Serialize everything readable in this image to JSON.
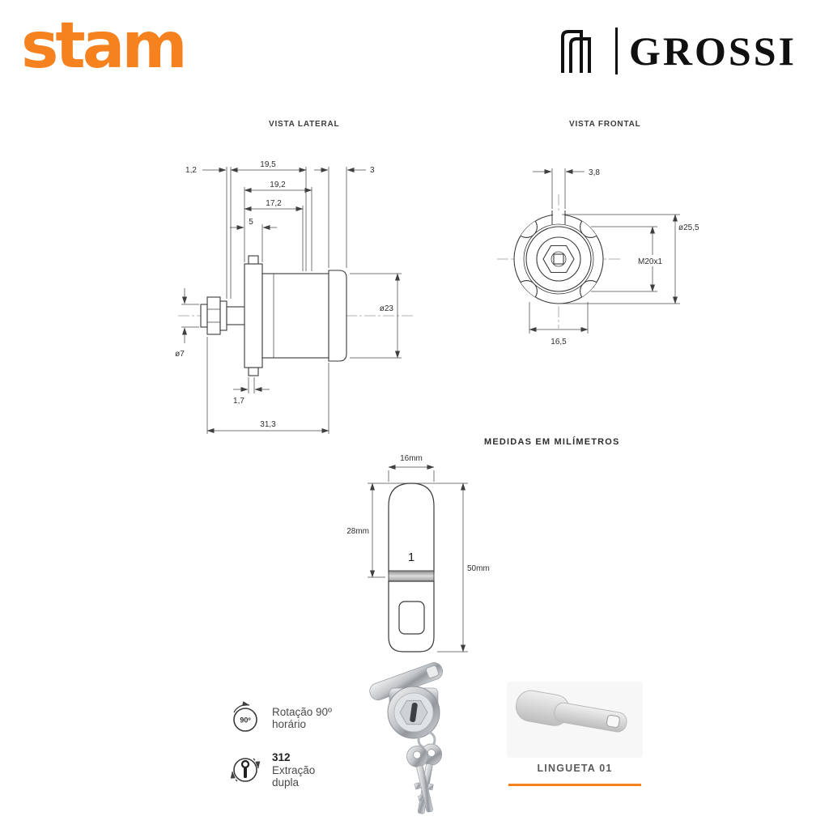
{
  "header": {
    "stam_logo": "stam",
    "grossi_logo": "GROSSI"
  },
  "views": {
    "lateral": {
      "title": "VISTA LATERAL",
      "dims": {
        "d1": "1,2",
        "d2": "19,5",
        "d3": "3",
        "d4": "19,2",
        "d5": "17,2",
        "d6": "5",
        "d7": "ø23",
        "d8": "ø7",
        "d9": "1,7",
        "d10": "31,3"
      }
    },
    "frontal": {
      "title": "VISTA FRONTAL",
      "dims": {
        "d1": "3,8",
        "d2": "ø25,5",
        "d3": "M20x1",
        "d4": "16,5"
      }
    },
    "tongue": {
      "part_label": "1",
      "dims": {
        "width": "16mm",
        "upper": "28mm",
        "total": "50mm"
      }
    }
  },
  "units_note": "MEDIDAS EM MILÍMETROS",
  "features": [
    {
      "icon": "rotation-90-icon",
      "icon_text": "90º",
      "lines": [
        "Rotação 90º",
        "horário"
      ]
    },
    {
      "icon": "double-extraction-icon",
      "lines": [
        "312",
        "Extração",
        "dupla"
      ]
    }
  ],
  "accessory": {
    "label": "LINGUETA 01"
  },
  "colors": {
    "accent_orange": "#F5821F",
    "drawing_ink": "#3a3a3a"
  }
}
